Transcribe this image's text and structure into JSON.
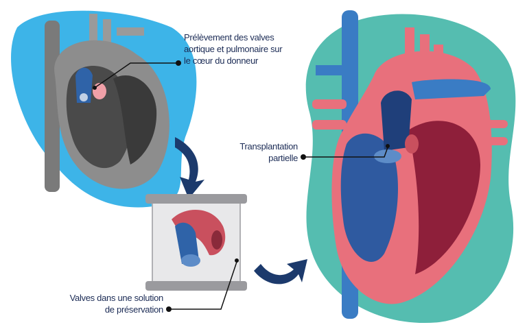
{
  "labels": {
    "donor": [
      "Prélèvement des valves",
      "aortique et pulmonaire sur",
      "le cœur du donneur"
    ],
    "transplant": [
      "Transplantation",
      "partielle"
    ],
    "preservation": [
      "Valves dans une solution",
      "de préservation"
    ]
  },
  "colors": {
    "left_blob": "#3db4e8",
    "right_blob": "#55bdb0",
    "arrow": "#1c3a6c",
    "heart_red": "#e8707c",
    "heart_blue": "#2f63a8",
    "text": "#1b2b55"
  }
}
